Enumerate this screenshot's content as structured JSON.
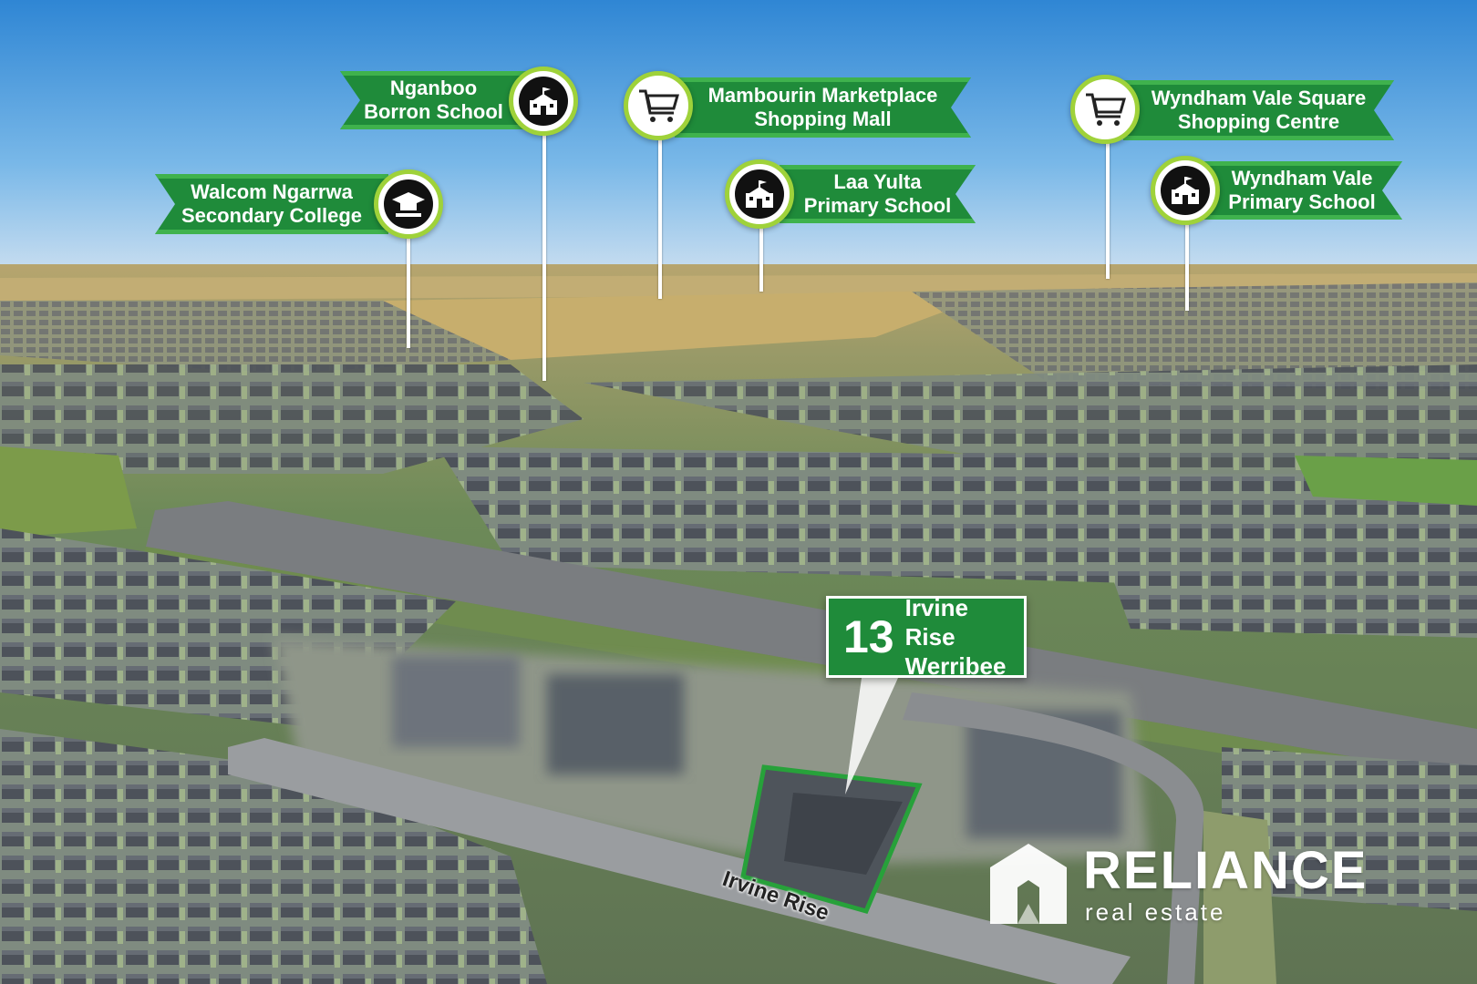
{
  "points_of_interest": [
    {
      "lines": [
        "Nganboo",
        "Borron School"
      ],
      "icon": "school-building-icon"
    },
    {
      "lines": [
        "Mambourin Marketplace",
        "Shopping Mall"
      ],
      "icon": "shopping-cart-icon"
    },
    {
      "lines": [
        "Wyndham Vale Square",
        "Shopping Centre"
      ],
      "icon": "shopping-cart-icon"
    },
    {
      "lines": [
        "Walcom Ngarrwa",
        "Secondary College"
      ],
      "icon": "graduation-cap-icon"
    },
    {
      "lines": [
        "Laa Yulta",
        "Primary School"
      ],
      "icon": "school-building-icon"
    },
    {
      "lines": [
        "Wyndham Vale",
        "Primary School"
      ],
      "icon": "school-building-icon"
    }
  ],
  "property": {
    "number": "13",
    "street": "Irvine Rise",
    "suburb": "Werribee"
  },
  "street_label": "Irvine Rise",
  "logo": {
    "brand": "RELIANCE",
    "sub": "real estate"
  },
  "colors": {
    "banner": "#1f8b3a",
    "banner_trim": "#3fb24d",
    "circle_border": "#9fd23a",
    "sky": "#3d8fd6",
    "grass": "#8aa94a"
  }
}
